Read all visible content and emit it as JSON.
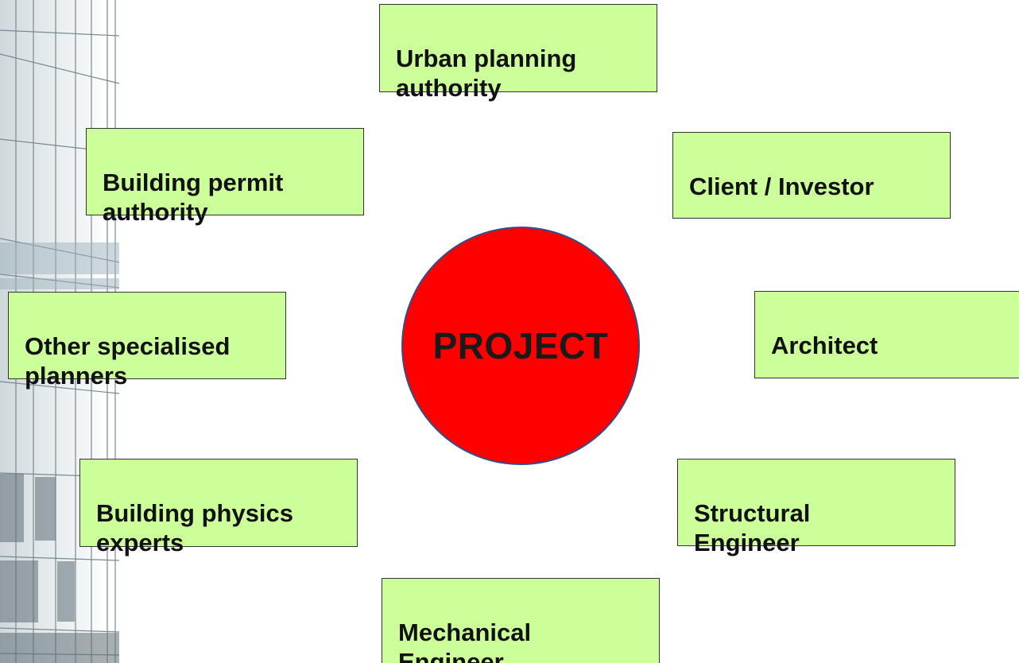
{
  "diagram": {
    "center": {
      "label": "PROJECT",
      "fill": "#ff0000",
      "border": "#2f4f8f"
    },
    "stakeholders": {
      "urban_planning": "Urban planning\nauthority",
      "building_permit": "Building permit\nauthority",
      "client_investor": "Client / Investor",
      "other_planners": "Other specialised\nplanners",
      "architect": "Architect",
      "building_physics": "Building physics\nexperts",
      "structural_engineer": "Structural\nEngineer",
      "mechanical_engineer": "Mechanical\nEngineer"
    },
    "colors": {
      "box_fill": "#ccff99",
      "box_border": "#333333"
    }
  }
}
